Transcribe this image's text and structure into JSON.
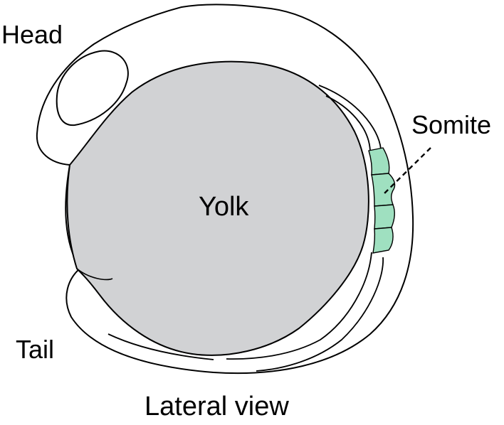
{
  "labels": {
    "head": "Head",
    "somite": "Somite",
    "yolk": "Yolk",
    "tail": "Tail",
    "view": "Lateral view"
  },
  "colors": {
    "yolk_fill": "#d1d2d4",
    "somite_fill": "#9fe0c0",
    "outline": "#000000",
    "background": "#ffffff"
  }
}
